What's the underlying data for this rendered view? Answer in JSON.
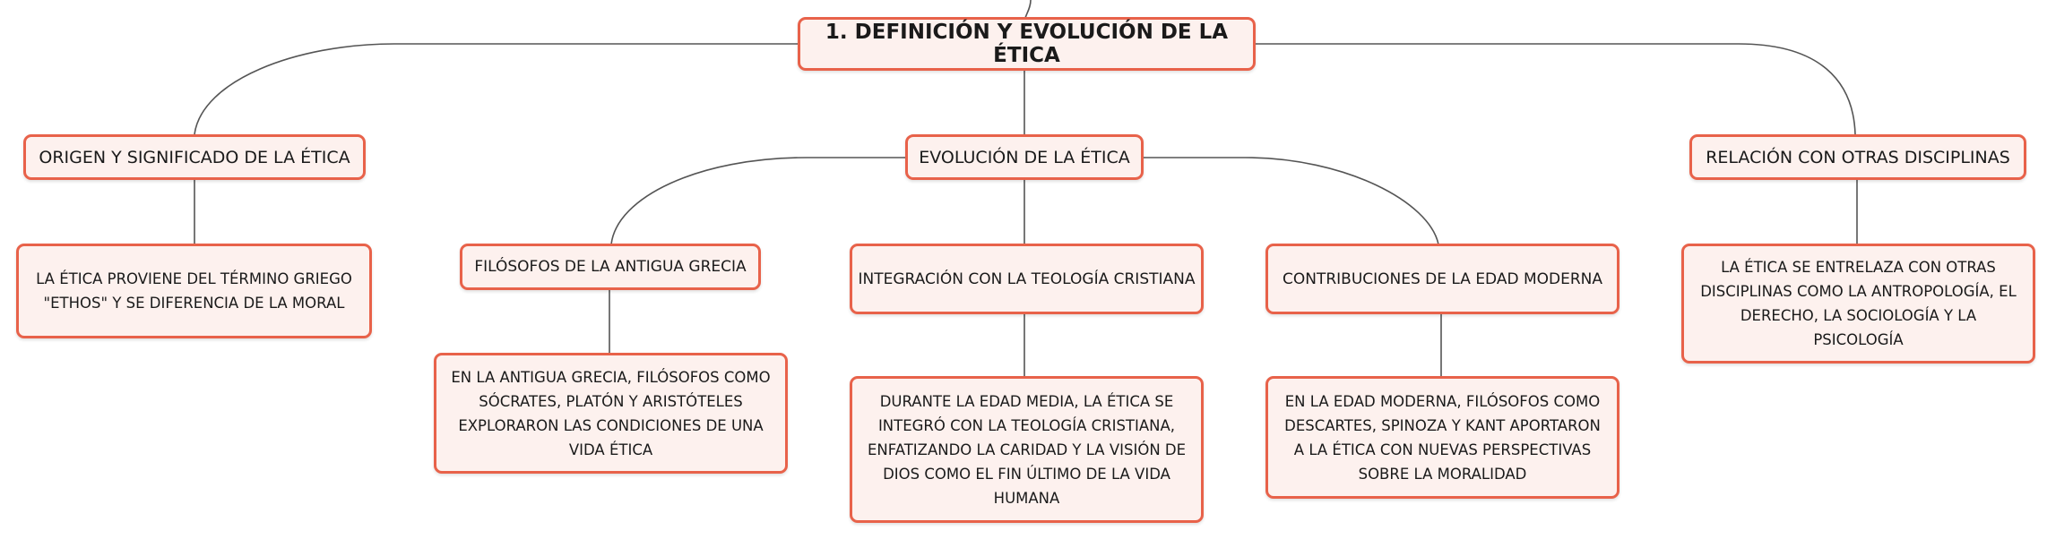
{
  "mindmap": {
    "root": {
      "label": "1. DEFINICIÓN Y EVOLUCIÓN DE LA ÉTICA"
    },
    "branches": [
      {
        "label": "ORIGEN Y SIGNIFICADO DE LA ÉTICA",
        "detail": "LA ÉTICA PROVIENE DEL TÉRMINO GRIEGO \"ETHOS\" Y SE DIFERENCIA DE LA MORAL"
      },
      {
        "label": "EVOLUCIÓN DE LA ÉTICA",
        "children": [
          {
            "label": "FILÓSOFOS DE LA ANTIGUA GRECIA",
            "detail": "EN LA ANTIGUA GRECIA, FILÓSOFOS COMO SÓCRATES, PLATÓN Y ARISTÓTELES EXPLORARON LAS CONDICIONES DE UNA VIDA ÉTICA"
          },
          {
            "label": "INTEGRACIÓN CON LA TEOLOGÍA CRISTIANA",
            "detail": "DURANTE LA EDAD MEDIA, LA ÉTICA SE INTEGRÓ CON LA TEOLOGÍA CRISTIANA, ENFATIZANDO LA CARIDAD Y LA VISIÓN DE DIOS COMO EL FIN ÚLTIMO DE LA VIDA HUMANA"
          },
          {
            "label": "CONTRIBUCIONES DE LA EDAD MODERNA",
            "detail": "EN LA EDAD MODERNA, FILÓSOFOS COMO DESCARTES, SPINOZA Y KANT APORTARON A LA ÉTICA CON NUEVAS PERSPECTIVAS SOBRE LA MORALIDAD"
          }
        ]
      },
      {
        "label": "RELACIÓN CON OTRAS DISCIPLINAS",
        "detail": "LA ÉTICA SE ENTRELAZA CON OTRAS DISCIPLINAS COMO LA ANTROPOLOGÍA, EL DERECHO, LA SOCIOLOGÍA Y LA PSICOLOGÍA"
      }
    ]
  },
  "colors": {
    "node_border": "#e8624a",
    "node_fill": "#fdf1ee",
    "connector": "#555555",
    "text": "#1a1a1a"
  }
}
